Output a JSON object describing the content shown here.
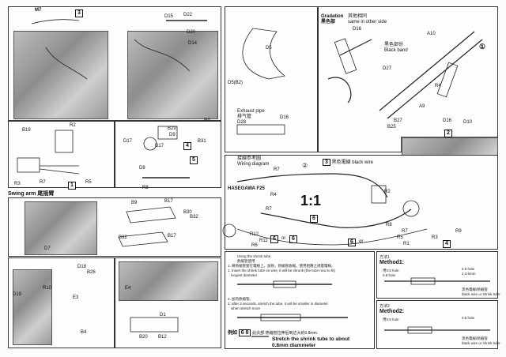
{
  "labels": {
    "m7": "M7",
    "step3": "3",
    "d15": "D15",
    "d22": "D22",
    "d20": "D20",
    "d14": "D14",
    "b19": "B19",
    "r2": "R2",
    "r3": "R3",
    "r7a": "R7",
    "r5": "R5",
    "step1": "1",
    "b29": "B29",
    "d9": "D9",
    "b31": "B31",
    "d17a": "D17",
    "d17b": "D17",
    "step4": "4",
    "step5": "5",
    "d8": "D8",
    "r8": "R8",
    "swing_arm_en": "Swing arm",
    "swing_arm_cn": "尾摇臂",
    "b9": "B9",
    "b17a": "B17",
    "b30": "B30",
    "b32a": "B32",
    "b32b": "B32",
    "b17b": "B17",
    "d7": "D7",
    "d18": "D18",
    "b26": "B26",
    "r10": "R10",
    "d19": "D19",
    "e3": "E3",
    "b4": "B4",
    "e4": "E4",
    "d1": "D1",
    "b20": "B20",
    "b12": "B12",
    "d5": "D5",
    "d5_b2": "D5(B2)",
    "exhaust_en": "Exhaust pipe",
    "exhaust_cn": "排气管",
    "d28": "D28",
    "d16a": "D16",
    "gradation": "Gradation",
    "gradation_cn": "黑色部",
    "same_side": "其他相同",
    "same_side_en": "same in other side",
    "d16b": "D16",
    "black_cn": "黑色部份",
    "black_band": "Black band",
    "a10": "A10",
    "d27": "D27",
    "r4": "R4",
    "a9": "A9",
    "b27": "B27",
    "b25": "B25",
    "d16c": "D16",
    "d10": "D10",
    "step2": "2",
    "circle1": "①",
    "wiring_cn": "接線参考圖",
    "wiring_en": "Wiring diagram",
    "hasegawa": "HASEGAWA F25",
    "r7b": "R7",
    "r4b": "R4",
    "circle2": "②",
    "step3b": "3",
    "black_wire_cn": "黑色電線",
    "black_wire": "black wire",
    "scale": "1:1",
    "r2b": "R2",
    "r7c": "R7",
    "r12": "R12",
    "r11": "R11",
    "r6": "R6",
    "r9": "R9",
    "r5b": "R5",
    "r3b": "R3",
    "r8b": "R8",
    "r1": "R1",
    "r7d": "R7",
    "step4b": "4",
    "box6a": "6",
    "box6b": "6",
    "box6c": "6",
    "box6d": "6",
    "or1": "or",
    "or2": "or",
    "shrink_title": "Using the shrink tube",
    "shrink_cn": "熱縮管使用",
    "shrink_n1": "1. 將熱縮管套在電線上，加熱，熱縮管收縮，使用相應之適量電線。",
    "shrink_n2": "1. Insert the shrink tube on wire, it will be shrunk (the tube now to fit)",
    "shrink_n3": "longest diameter",
    "shrink_n4": "2. 加热熱縮管。",
    "shrink_n5": "2. after 3 seconds, stretch the tube, it will be smaller in diameter",
    "shrink_n6": "when stretch more",
    "stretch_cn": "例如",
    "stretch_box": "6 8",
    "stretch_desc_cn": "此尖部  熱縮管拉伸后到达大約0.8mm.",
    "stretch_en1": "Stretch the shrink tube to about",
    "stretch_en2": "0.8mm diammeter",
    "m1_cn": "方法1",
    "m1_en": "Method1:",
    "m2_cn": "方法2",
    "m2_en": "Method2:",
    "m1_a": "用0.5 hole",
    "m1_a2": "0.8 hole",
    "m1_b": "0.5 hole",
    "m1_b2": "2.3 6mm",
    "m1_wire": "黑色電線/熱縮管",
    "m1_wire_en": "black wire or shrink tube",
    "m2_a": "用0.5 hole",
    "m2_b": "0.5 hole",
    "m2_wire": "黑色電線/熱縮管",
    "m2_wire_en": "black wire or shrink tube"
  },
  "colors": {
    "line": "#222222",
    "panel_border": "#333333",
    "photo": "#a5a5a5"
  }
}
